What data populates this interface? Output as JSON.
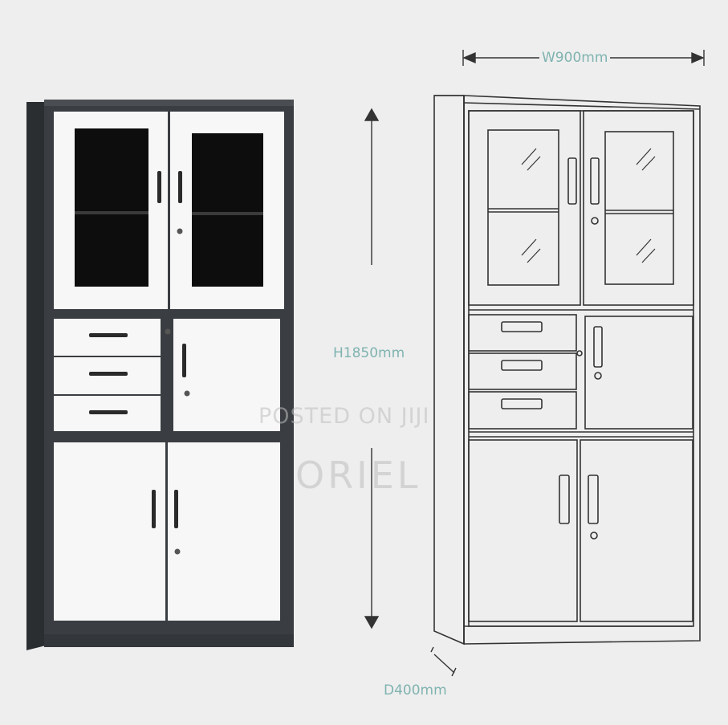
{
  "dimensions": {
    "width": "W900mm",
    "height": "H1850mm",
    "depth": "D400mm"
  },
  "watermark": {
    "line1": "POSTED ON JIJI",
    "line2": "ORIEL"
  },
  "colors": {
    "background": "#eeeeee",
    "cabinet_frame": "#3a3e42",
    "cabinet_door": "#f7f7f7",
    "glass": "#0d0d0d",
    "outline": "#333333",
    "dimension_text": "#7fb3b0"
  }
}
